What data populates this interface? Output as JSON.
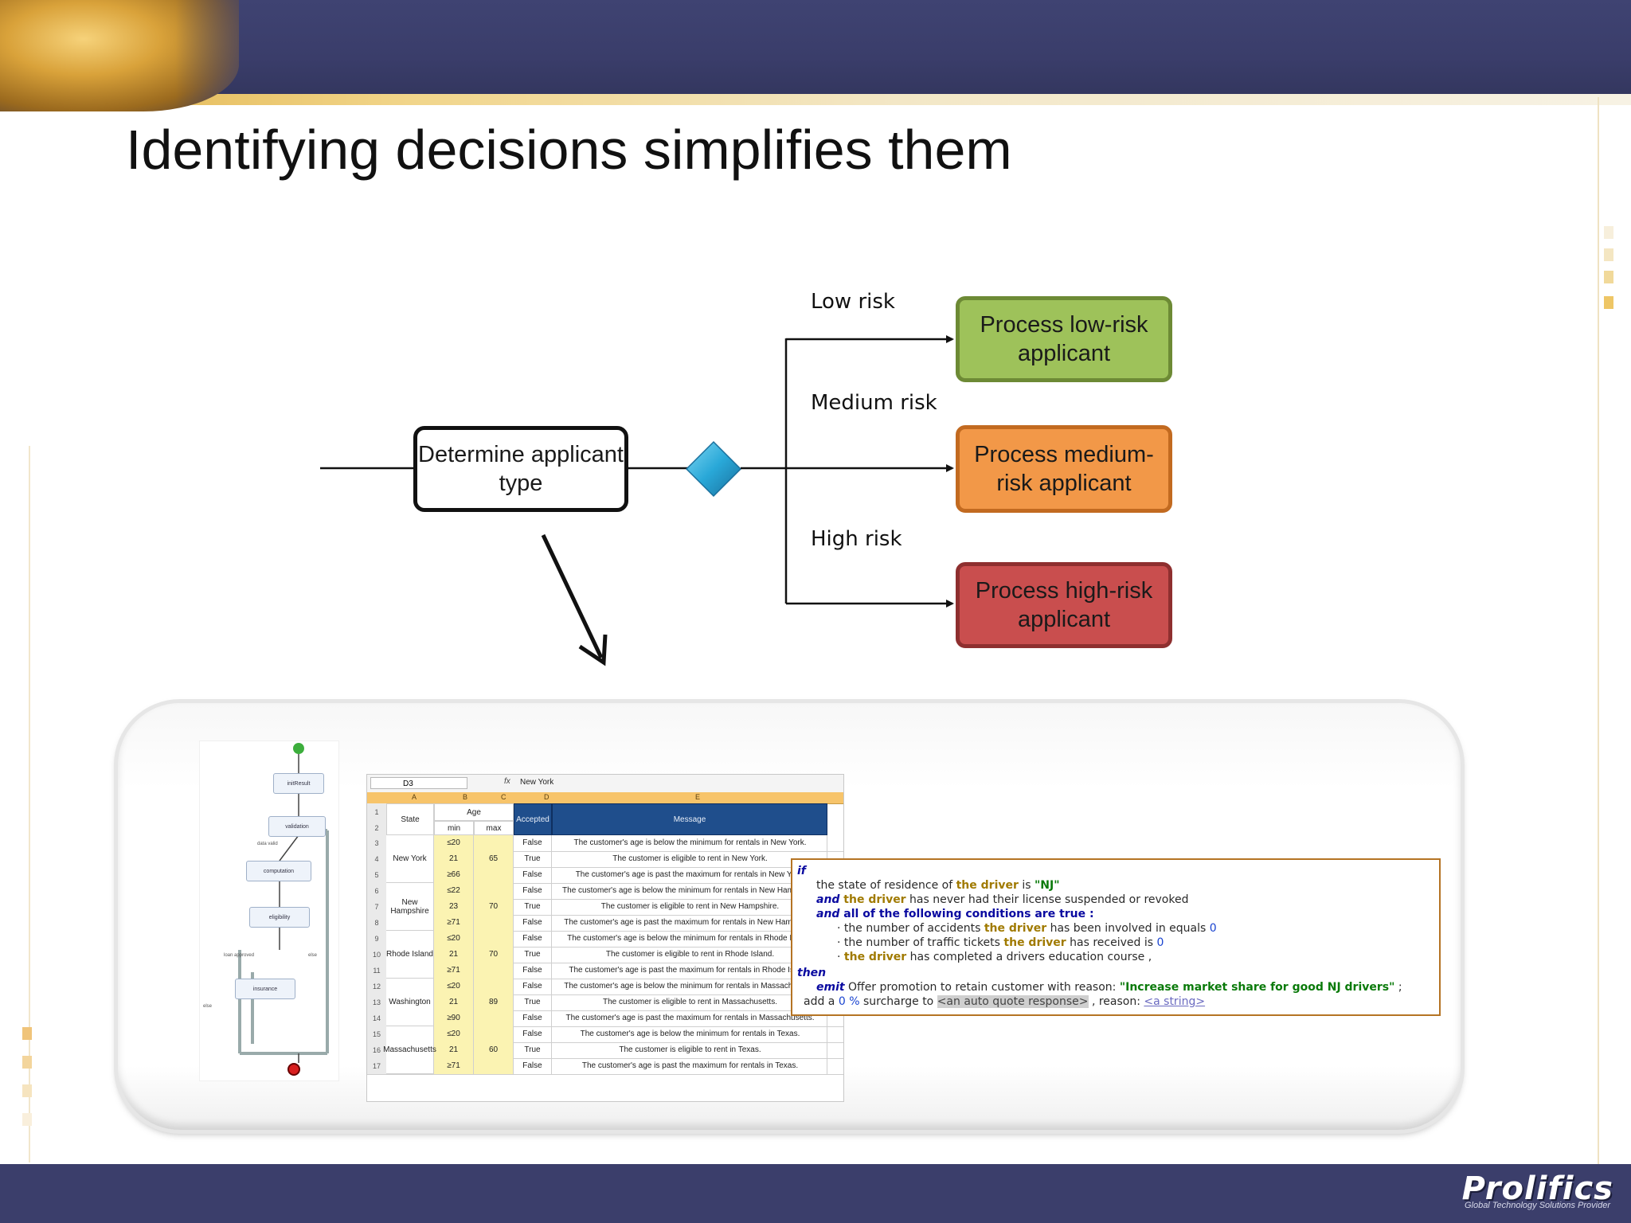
{
  "slide": {
    "title": "Identifying decisions simplifies them"
  },
  "brand": {
    "logo_text": "Prolifics",
    "tagline": "Global Technology Solutions Provider"
  },
  "flow": {
    "start_task": "Determine applicant type",
    "branches": [
      {
        "label": "Low risk",
        "task": "Process low-risk applicant",
        "color": "#9ec25a"
      },
      {
        "label": "Medium risk",
        "task": "Process medium-risk applicant",
        "color": "#f29848"
      },
      {
        "label": "High risk",
        "task": "Process high-risk applicant",
        "color": "#c94e4e"
      }
    ],
    "gateway_color": "#29a8d8"
  },
  "bpmn_mini": {
    "tasks": [
      "initResult",
      "validation",
      "computation",
      "eligibility",
      "insurance"
    ],
    "labels": [
      "data valid",
      "loan approved",
      "else",
      "else"
    ]
  },
  "spreadsheet": {
    "name_box": "D3",
    "formula_value": "New York",
    "columns": [
      "A",
      "B",
      "C",
      "D",
      "E"
    ],
    "headers": {
      "state": "State",
      "age": "Age",
      "min": "min",
      "max": "max",
      "accepted": "Accepted",
      "message": "Message"
    },
    "rows": [
      {
        "n": "3",
        "min": "≤20",
        "max": "",
        "acc": "False",
        "msg": "The customer's age is below the minimum for rentals in New York."
      },
      {
        "n": "4",
        "min": "21",
        "max": "65",
        "acc": "True",
        "msg": "The customer is eligible to rent in New York."
      },
      {
        "n": "5",
        "min": "≥66",
        "max": "",
        "acc": "False",
        "msg": "The customer's age is past the maximum for rentals in New York."
      },
      {
        "n": "6",
        "min": "≤22",
        "max": "",
        "acc": "False",
        "msg": "The customer's age is below the minimum for rentals in New Hampshire."
      },
      {
        "n": "7",
        "min": "23",
        "max": "70",
        "acc": "True",
        "msg": "The customer is eligible to rent in New Hampshire."
      },
      {
        "n": "8",
        "min": "≥71",
        "max": "",
        "acc": "False",
        "msg": "The customer's age is past the maximum for rentals in New Hampshire."
      },
      {
        "n": "9",
        "min": "≤20",
        "max": "",
        "acc": "False",
        "msg": "The customer's age is below the minimum for rentals in Rhode Island."
      },
      {
        "n": "10",
        "min": "21",
        "max": "70",
        "acc": "True",
        "msg": "The customer is eligible to rent in Rhode Island."
      },
      {
        "n": "11",
        "min": "≥71",
        "max": "",
        "acc": "False",
        "msg": "The customer's age is past the maximum for rentals in Rhode Island."
      },
      {
        "n": "12",
        "min": "≤20",
        "max": "",
        "acc": "False",
        "msg": "The customer's age is below the minimum for rentals in Massachusetts."
      },
      {
        "n": "13",
        "min": "21",
        "max": "89",
        "acc": "True",
        "msg": "The customer is eligible to rent in Massachusetts."
      },
      {
        "n": "14",
        "min": "≥90",
        "max": "",
        "acc": "False",
        "msg": "The customer's age is past the maximum for rentals in Massachusetts."
      },
      {
        "n": "15",
        "min": "≤20",
        "max": "",
        "acc": "False",
        "msg": "The customer's age is below the minimum for rentals in Texas."
      },
      {
        "n": "16",
        "min": "21",
        "max": "60",
        "acc": "True",
        "msg": "The customer is eligible to rent in Texas."
      },
      {
        "n": "17",
        "min": "≥71",
        "max": "",
        "acc": "False",
        "msg": "The customer's age is past the maximum for rentals in Texas."
      }
    ],
    "states": [
      {
        "name": "New York"
      },
      {
        "name": "New Hampshire"
      },
      {
        "name": "Rhode Island"
      },
      {
        "name": "Washington"
      },
      {
        "name": "Massachusetts"
      }
    ]
  },
  "rule": {
    "if": "if",
    "l1_a": "the state of residence of ",
    "l1_driver": "the driver",
    "l1_b": " is ",
    "l1_val": "\"NJ\"",
    "l2_and": "and",
    "l2_driver": " the driver",
    "l2_b": " has never had their license suspended or revoked",
    "l3_and": "and",
    "l3_b": " all of the following conditions are true :",
    "l4_a": "the number of accidents ",
    "l4_driver": "the driver",
    "l4_b": " has been involved in equals ",
    "l4_num": "0",
    "l5_a": "the number of traffic tickets ",
    "l5_driver": "the driver",
    "l5_b": " has received is ",
    "l5_num": "0",
    "l6_driver": "the driver",
    "l6_b": " has completed a drivers education course ,",
    "then": "then",
    "l7_emit": "emit",
    "l7_b": " Offer promotion to retain customer with reason: ",
    "l7_str": "\"Increase market share for good NJ drivers\"",
    "l7_end": " ;",
    "l8_a": "add a ",
    "l8_num": "0 %",
    "l8_b": " surcharge to ",
    "l8_ph": "<an auto quote response>",
    "l8_c": " , reason: ",
    "l8_ul": "<a string>"
  }
}
